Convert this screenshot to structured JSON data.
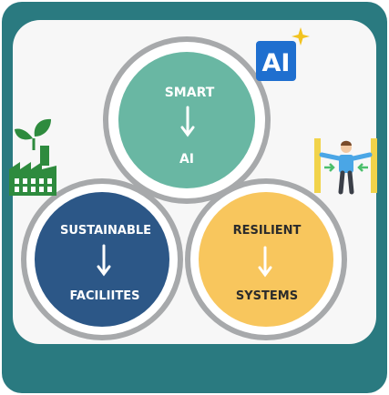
{
  "diagram": {
    "colors": {
      "frame": "#2a7a80",
      "panel": "#f7f7f7",
      "ring": "#a7a9ab",
      "smart": "#69b7a3",
      "sustainable": "#2c5787",
      "resilient": "#f8c65d",
      "arrow": "#ffffff",
      "ai_badge": "#1f6fcf",
      "ai_sparkle": "#f2c31f",
      "factory": "#2e8b3e"
    },
    "circles": {
      "smart": {
        "line1": "SMART",
        "line2": "AI"
      },
      "sustainable": {
        "line1": "SUSTAINABLE",
        "line2": "FACILIITES"
      },
      "resilient": {
        "line1": "RESILIENT",
        "line2": "SYSTEMS"
      }
    },
    "icons": {
      "ai_badge_label": "AI",
      "factory": "factory-icon",
      "person": "person-pushing-walls-icon"
    }
  }
}
